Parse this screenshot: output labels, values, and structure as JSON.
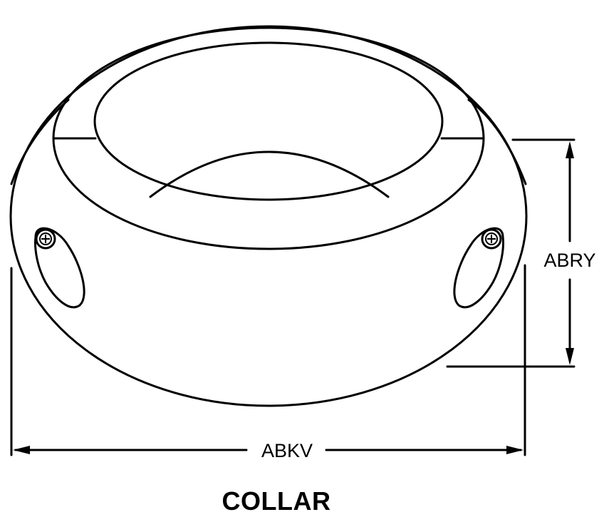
{
  "part_name": "COLLAR",
  "dimensions": {
    "height_label": "ABRY",
    "width_label": "ABKV"
  },
  "colors": {
    "line": "#000000",
    "background": "#ffffff"
  }
}
